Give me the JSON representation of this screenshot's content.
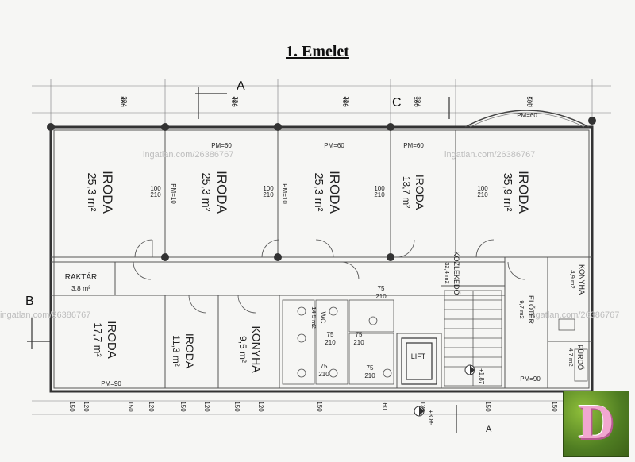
{
  "title": "1. Emelet",
  "section_marks": [
    "A",
    "B",
    "C",
    "A"
  ],
  "watermark": "ingatlan.com/26386767",
  "rooms": [
    {
      "name": "IRODA",
      "area": "25,3 m²"
    },
    {
      "name": "IRODA",
      "area": "25,3 m²"
    },
    {
      "name": "IRODA",
      "area": "25,3 m²"
    },
    {
      "name": "IRODA",
      "area": "13,7 m²"
    },
    {
      "name": "IRODA",
      "area": "35,9 m²"
    },
    {
      "name": "RAKTÁR",
      "area": "3,8 m²"
    },
    {
      "name": "IRODA",
      "area": "17,7 m²"
    },
    {
      "name": "IRODA",
      "area": "11,3 m²"
    },
    {
      "name": "KONYHA",
      "area": "9,5 m²"
    },
    {
      "name": "KÖZLEKEDŐ",
      "area": "32,4 m2"
    },
    {
      "name": "KONYHA",
      "area": "4,9 m2"
    },
    {
      "name": "ELŐTÉR",
      "area": "9,7 m2"
    },
    {
      "name": "FÜRDŐ",
      "area": "4,7 m2"
    },
    {
      "name": "WC",
      "area": "14,5 m2"
    },
    {
      "name": "LIFT",
      "area": ""
    }
  ],
  "top_dims": [
    "486",
    "324",
    "486",
    "324",
    "486",
    "324",
    "186",
    "324",
    "500",
    "210"
  ],
  "bottom_dims": [
    "150",
    "120",
    "150",
    "120",
    "150",
    "120",
    "150",
    "120",
    "150",
    "60",
    "120",
    "150",
    "150"
  ],
  "door_labels": [
    "PM=60",
    "PM=60",
    "PM=60",
    "PM=60",
    "PM=10",
    "PM=10",
    "PM=90",
    "PM=90"
  ],
  "opening_labels": [
    "100",
    "210",
    "100",
    "210",
    "100",
    "210",
    "100",
    "210"
  ],
  "wc_labels": [
    "75",
    "210",
    "75",
    "210",
    "75",
    "210",
    "75",
    "210",
    "75",
    "210"
  ],
  "levels": [
    "+1,87",
    "+3,85"
  ]
}
